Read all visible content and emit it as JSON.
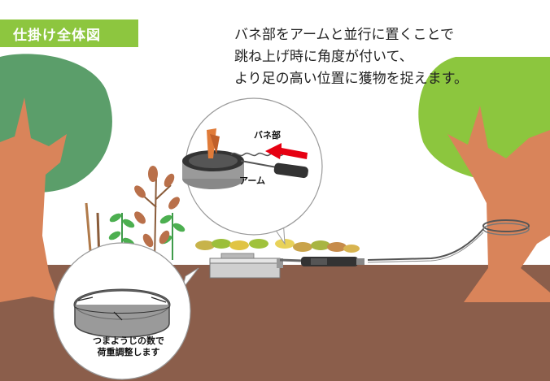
{
  "title": "仕掛け全体図",
  "description": {
    "lines": [
      "バネ部をアームと並行に置くことで",
      "跳ね上げ時に角度が付いて、",
      "より足の高い位置に獲物を捉えます。"
    ]
  },
  "labels": {
    "spring": "バネ部",
    "arm": "アーム"
  },
  "note": {
    "lines": [
      "つまようじの数で",
      "荷重調整します"
    ]
  },
  "colors": {
    "badge": "#8dc63f",
    "ground": "#8b5e4b",
    "tree_left_canopy": "#5b9e6a",
    "tree_right_canopy": "#8cc63e",
    "trunk": "#d9845a",
    "arrow": "#e60012"
  }
}
